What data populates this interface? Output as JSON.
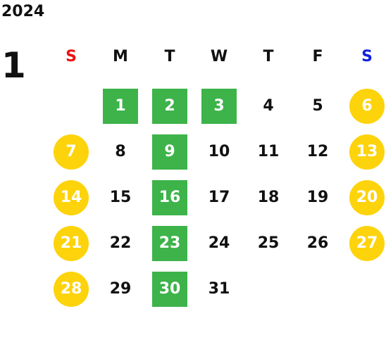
{
  "calendar": {
    "year": "2024",
    "month": "1",
    "weekdays": [
      {
        "label": "S",
        "color": "#ee1111"
      },
      {
        "label": "M",
        "color": "#111111"
      },
      {
        "label": "T",
        "color": "#111111"
      },
      {
        "label": "W",
        "color": "#111111"
      },
      {
        "label": "T",
        "color": "#111111"
      },
      {
        "label": "F",
        "color": "#111111"
      },
      {
        "label": "S",
        "color": "#1122dd"
      }
    ],
    "colors": {
      "holiday_circle": "#fdd30b",
      "highlight_square": "#3db34a",
      "text": "#111111",
      "highlight_text": "#ffffff"
    },
    "leading_blank_days": 1,
    "days": [
      {
        "day": "1",
        "style": "green"
      },
      {
        "day": "2",
        "style": "green"
      },
      {
        "day": "3",
        "style": "green"
      },
      {
        "day": "4",
        "style": "plain"
      },
      {
        "day": "5",
        "style": "plain"
      },
      {
        "day": "6",
        "style": "holiday"
      },
      {
        "day": "7",
        "style": "holiday"
      },
      {
        "day": "8",
        "style": "plain"
      },
      {
        "day": "9",
        "style": "green"
      },
      {
        "day": "10",
        "style": "plain"
      },
      {
        "day": "11",
        "style": "plain"
      },
      {
        "day": "12",
        "style": "plain"
      },
      {
        "day": "13",
        "style": "holiday"
      },
      {
        "day": "14",
        "style": "holiday"
      },
      {
        "day": "15",
        "style": "plain"
      },
      {
        "day": "16",
        "style": "green"
      },
      {
        "day": "17",
        "style": "plain"
      },
      {
        "day": "18",
        "style": "plain"
      },
      {
        "day": "19",
        "style": "plain"
      },
      {
        "day": "20",
        "style": "holiday"
      },
      {
        "day": "21",
        "style": "holiday"
      },
      {
        "day": "22",
        "style": "plain"
      },
      {
        "day": "23",
        "style": "green"
      },
      {
        "day": "24",
        "style": "plain"
      },
      {
        "day": "25",
        "style": "plain"
      },
      {
        "day": "26",
        "style": "plain"
      },
      {
        "day": "27",
        "style": "holiday"
      },
      {
        "day": "28",
        "style": "holiday"
      },
      {
        "day": "29",
        "style": "plain"
      },
      {
        "day": "30",
        "style": "green"
      },
      {
        "day": "31",
        "style": "plain"
      }
    ]
  }
}
